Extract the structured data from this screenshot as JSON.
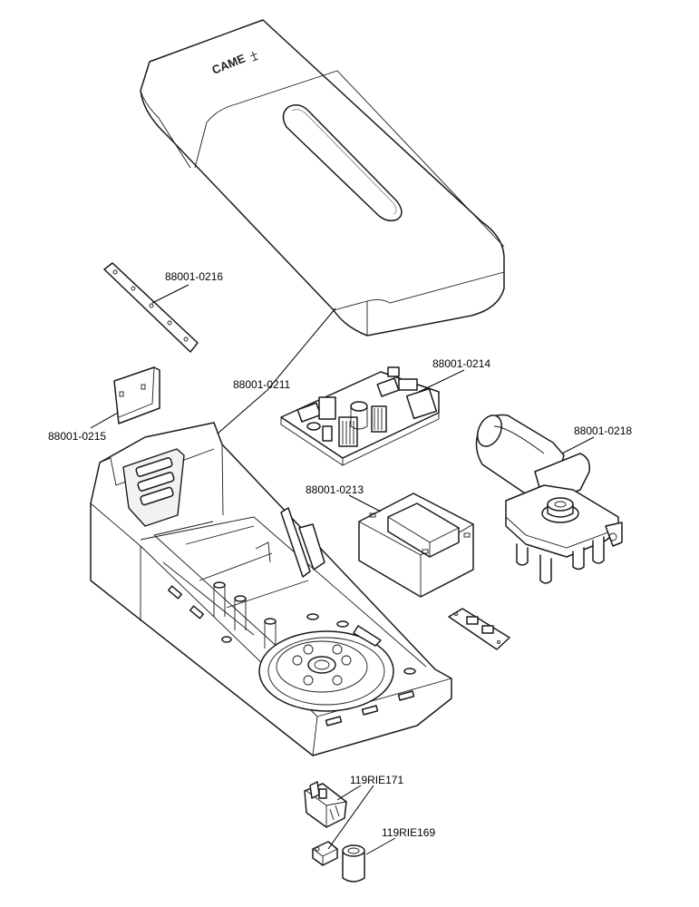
{
  "brand": {
    "logo_text": "CAME"
  },
  "callouts": {
    "c0216": "88001-0216",
    "c0211": "88001-0211",
    "c0214": "88001-0214",
    "c0215": "88001-0215",
    "c0218": "88001-0218",
    "c0213": "88001-0213",
    "c171": "119RIE171",
    "c169": "119RIE169"
  },
  "colors": {
    "line": "#1a1a1a",
    "fill": "#ffffff"
  }
}
